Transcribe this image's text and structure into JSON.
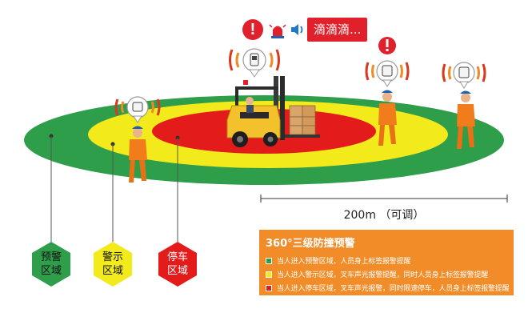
{
  "alert": {
    "text": "滴滴滴...",
    "icons": [
      "warning-icon",
      "beacon-icon",
      "speaker-icon"
    ],
    "color": "#e0202a"
  },
  "dimension": {
    "label": "200m （可调）"
  },
  "zones": [
    {
      "label_line1": "预警",
      "label_line2": "区域",
      "color": "#2e9e4b"
    },
    {
      "label_line1": "警示",
      "label_line2": "区域",
      "color": "#f2ea1a"
    },
    {
      "label_line1": "停车",
      "label_line2": "区域",
      "color": "#e31b1b"
    }
  ],
  "legend": {
    "title": "360°三级防撞预警",
    "background": "#f28c28",
    "items": [
      {
        "text": "当人进入预警区域，人员身上标签报警提醒",
        "color": "#2e9e4b"
      },
      {
        "text": "当人进入警示区域，叉车声光报警提醒，同时人员身上标签报警提醒",
        "color": "#f2ea1a"
      },
      {
        "text": "当人进入停车区域，叉车声光报警，同时限速停车，人员身上标签报警提醒",
        "color": "#e31b1b"
      }
    ]
  }
}
